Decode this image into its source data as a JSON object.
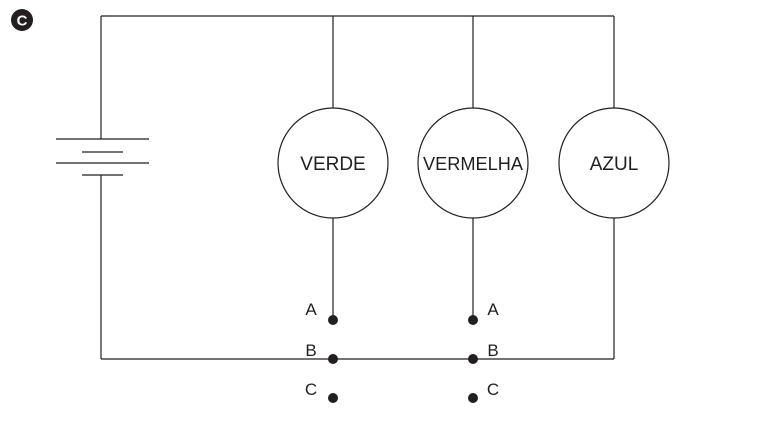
{
  "option_letter": "C",
  "lamps": {
    "green": "VERDE",
    "red": "VERMELHA",
    "blue": "AZUL"
  },
  "switch_left": {
    "a": "A",
    "b": "B",
    "c": "C"
  },
  "switch_right": {
    "a": "A",
    "b": "B",
    "c": "C"
  },
  "colors": {
    "ink": "#231f20",
    "background": "#ffffff"
  }
}
